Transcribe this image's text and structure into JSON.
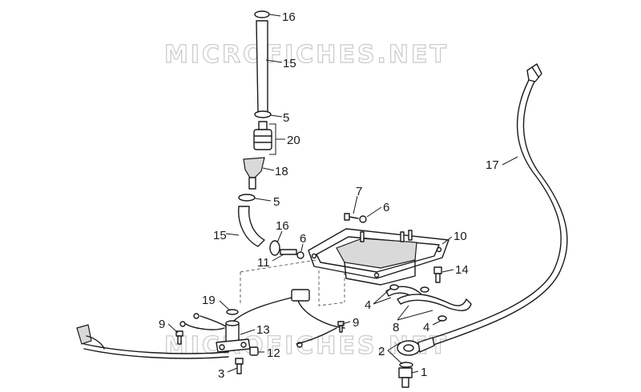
{
  "watermark": {
    "text": "MICROFICHES.NET"
  },
  "callouts": [
    {
      "id": "c16a",
      "text": "16"
    },
    {
      "id": "c15a",
      "text": "15"
    },
    {
      "id": "c5a",
      "text": "5"
    },
    {
      "id": "c20",
      "text": "20"
    },
    {
      "id": "c18",
      "text": "18"
    },
    {
      "id": "c5b",
      "text": "5"
    },
    {
      "id": "c15b",
      "text": "15"
    },
    {
      "id": "c16b",
      "text": "16"
    },
    {
      "id": "c7",
      "text": "7"
    },
    {
      "id": "c6a",
      "text": "6"
    },
    {
      "id": "c6b",
      "text": "6"
    },
    {
      "id": "c11",
      "text": "11"
    },
    {
      "id": "c10",
      "text": "10"
    },
    {
      "id": "c14",
      "text": "14"
    },
    {
      "id": "c17",
      "text": "17"
    },
    {
      "id": "c19",
      "text": "19"
    },
    {
      "id": "c9a",
      "text": "9"
    },
    {
      "id": "c9b",
      "text": "9"
    },
    {
      "id": "c13",
      "text": "13"
    },
    {
      "id": "c12",
      "text": "12"
    },
    {
      "id": "c3",
      "text": "3"
    },
    {
      "id": "c4a",
      "text": "4"
    },
    {
      "id": "c8",
      "text": "8"
    },
    {
      "id": "c4b",
      "text": "4"
    },
    {
      "id": "c2",
      "text": "2"
    },
    {
      "id": "c1",
      "text": "1"
    }
  ]
}
